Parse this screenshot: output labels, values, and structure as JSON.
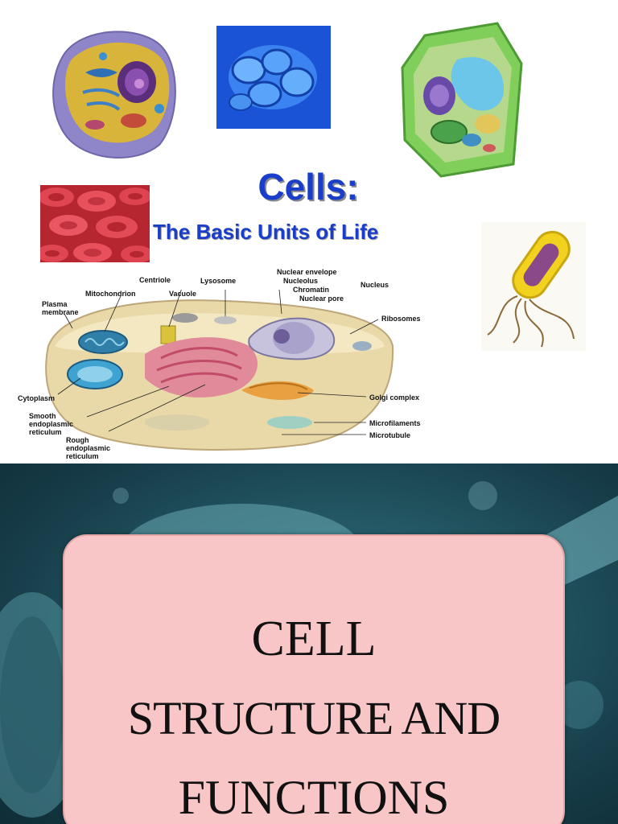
{
  "slide1": {
    "title": "Cells:",
    "subtitle": "The Basic Units of Life",
    "diagram_labels": {
      "centriole": "Centriole",
      "lysosome": "Lysosome",
      "nuclear_envelope": "Nuclear envelope",
      "nucleolus": "Nucleolus",
      "chromatin": "Chromatin",
      "nuclear_pore": "Nuclear pore",
      "nucleus": "Nucleus",
      "mitochondrion": "Mitochondrion",
      "vacuole": "Vacuole",
      "plasma_membrane": "Plasma membrane",
      "ribosomes": "Ribosomes",
      "cytoplasm": "Cytoplasm",
      "smooth_er": "Smooth endoplasmic reticulum",
      "rough_er": "Rough endoplasmic reticulum",
      "golgi": "Golgi complex",
      "microfilaments": "Microfilaments",
      "microtubule": "Microtubule"
    },
    "colors": {
      "title_blue": "#1a3ec9"
    }
  },
  "slide2": {
    "title_lines": [
      "CELL",
      "STRUCTURE AND",
      "FUNCTIONS"
    ],
    "colors": {
      "card": "#f8c6c6",
      "background": "#245a66"
    }
  }
}
